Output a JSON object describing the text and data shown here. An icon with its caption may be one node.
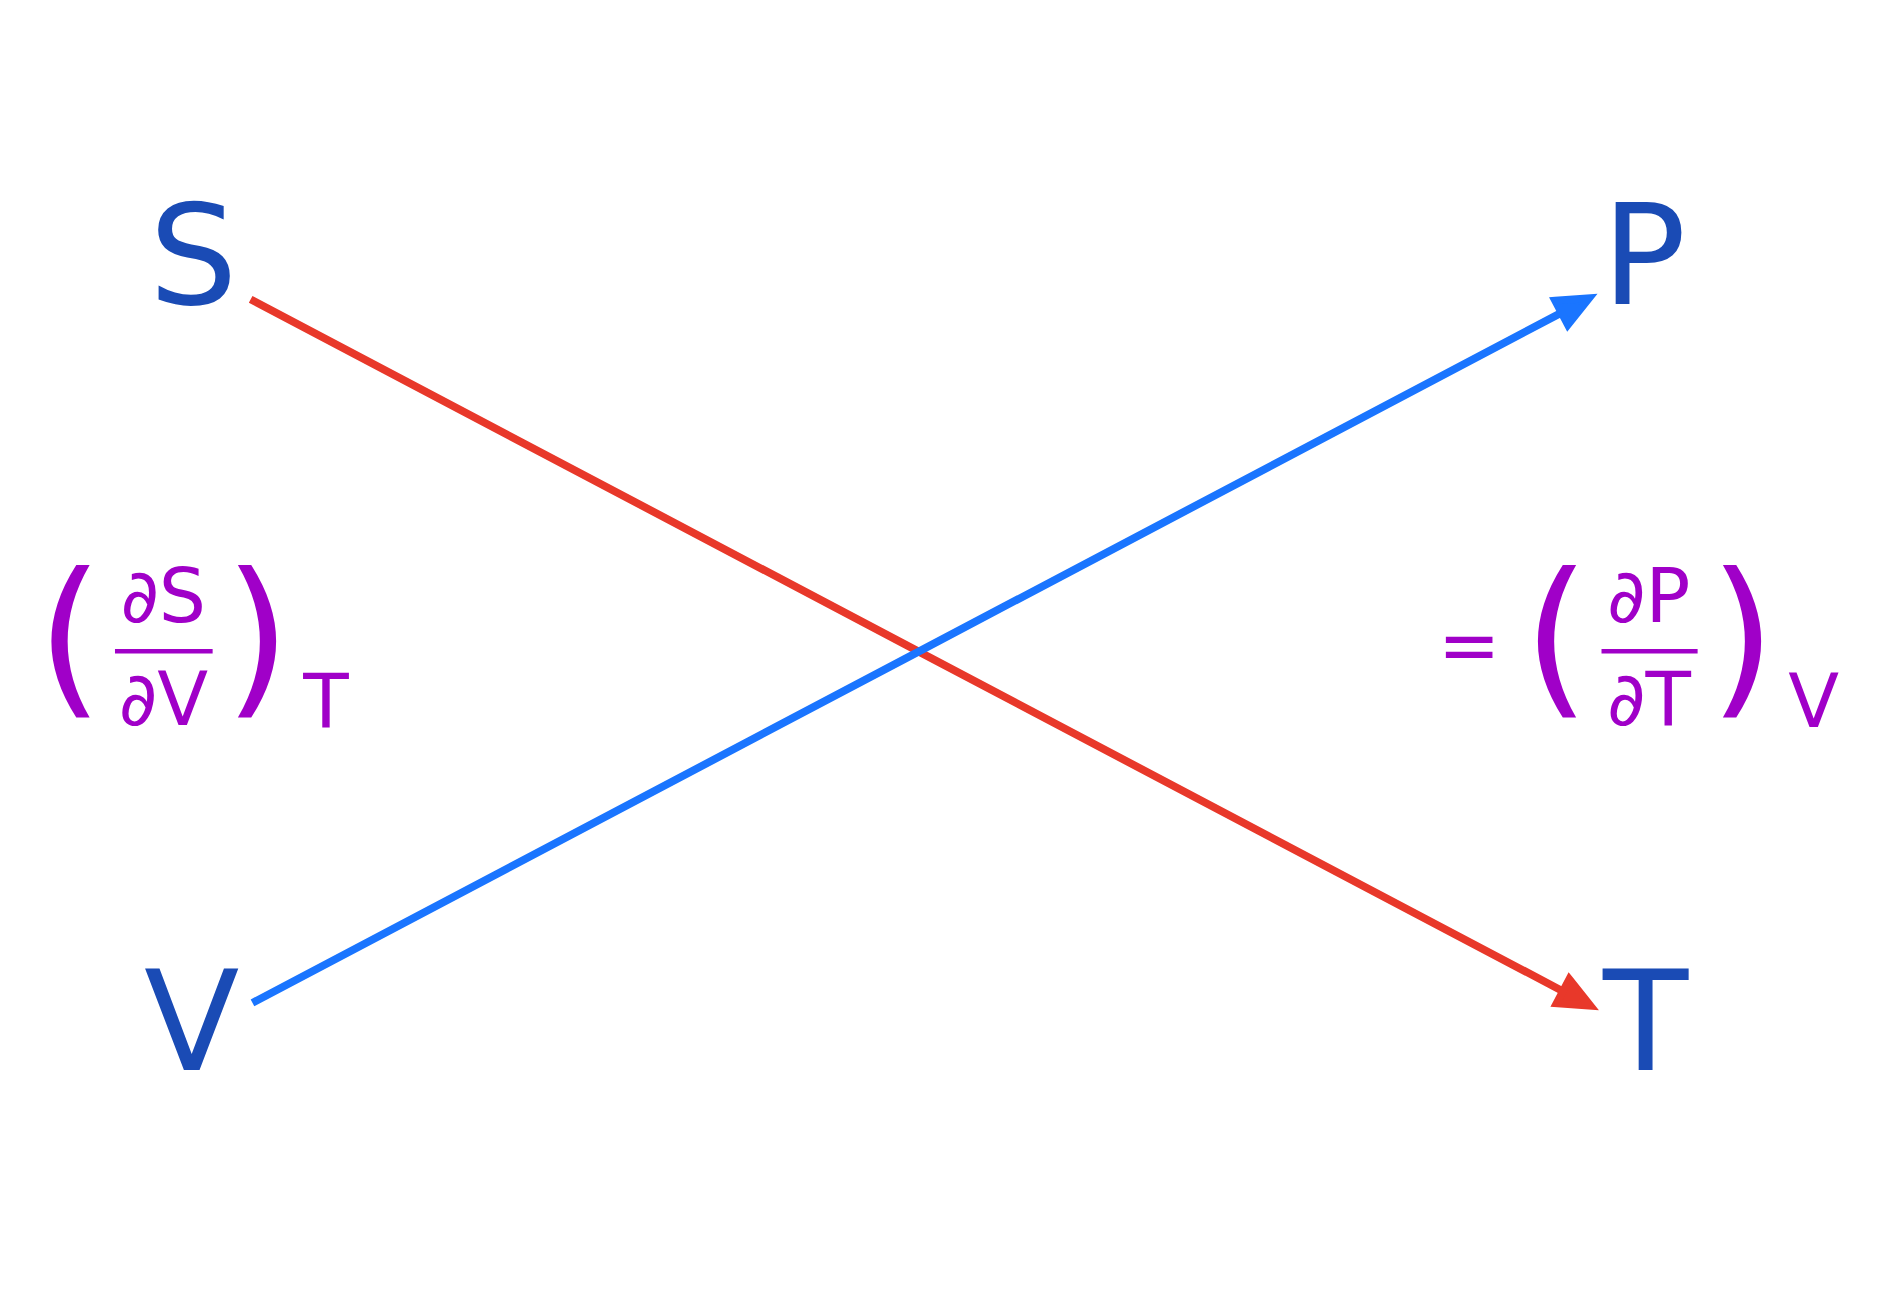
{
  "diagram": {
    "nodes": [
      {
        "text": [
          "S"
        ]
      },
      {
        "text": [
          "P"
        ]
      },
      {
        "text": [
          "V"
        ]
      },
      {
        "text": [
          "T"
        ]
      }
    ],
    "edges": [
      {
        "from": 0,
        "to": 3,
        "arrow": "to",
        "color": "#e8382a"
      },
      {
        "from": 2,
        "to": 1,
        "arrow": "to",
        "color": "#1a75ff"
      }
    ],
    "labels": [
      "(",
      "∂S",
      "∂V",
      ")",
      "T",
      "=",
      "(",
      "∂P",
      "∂T",
      ")",
      "V"
    ]
  }
}
